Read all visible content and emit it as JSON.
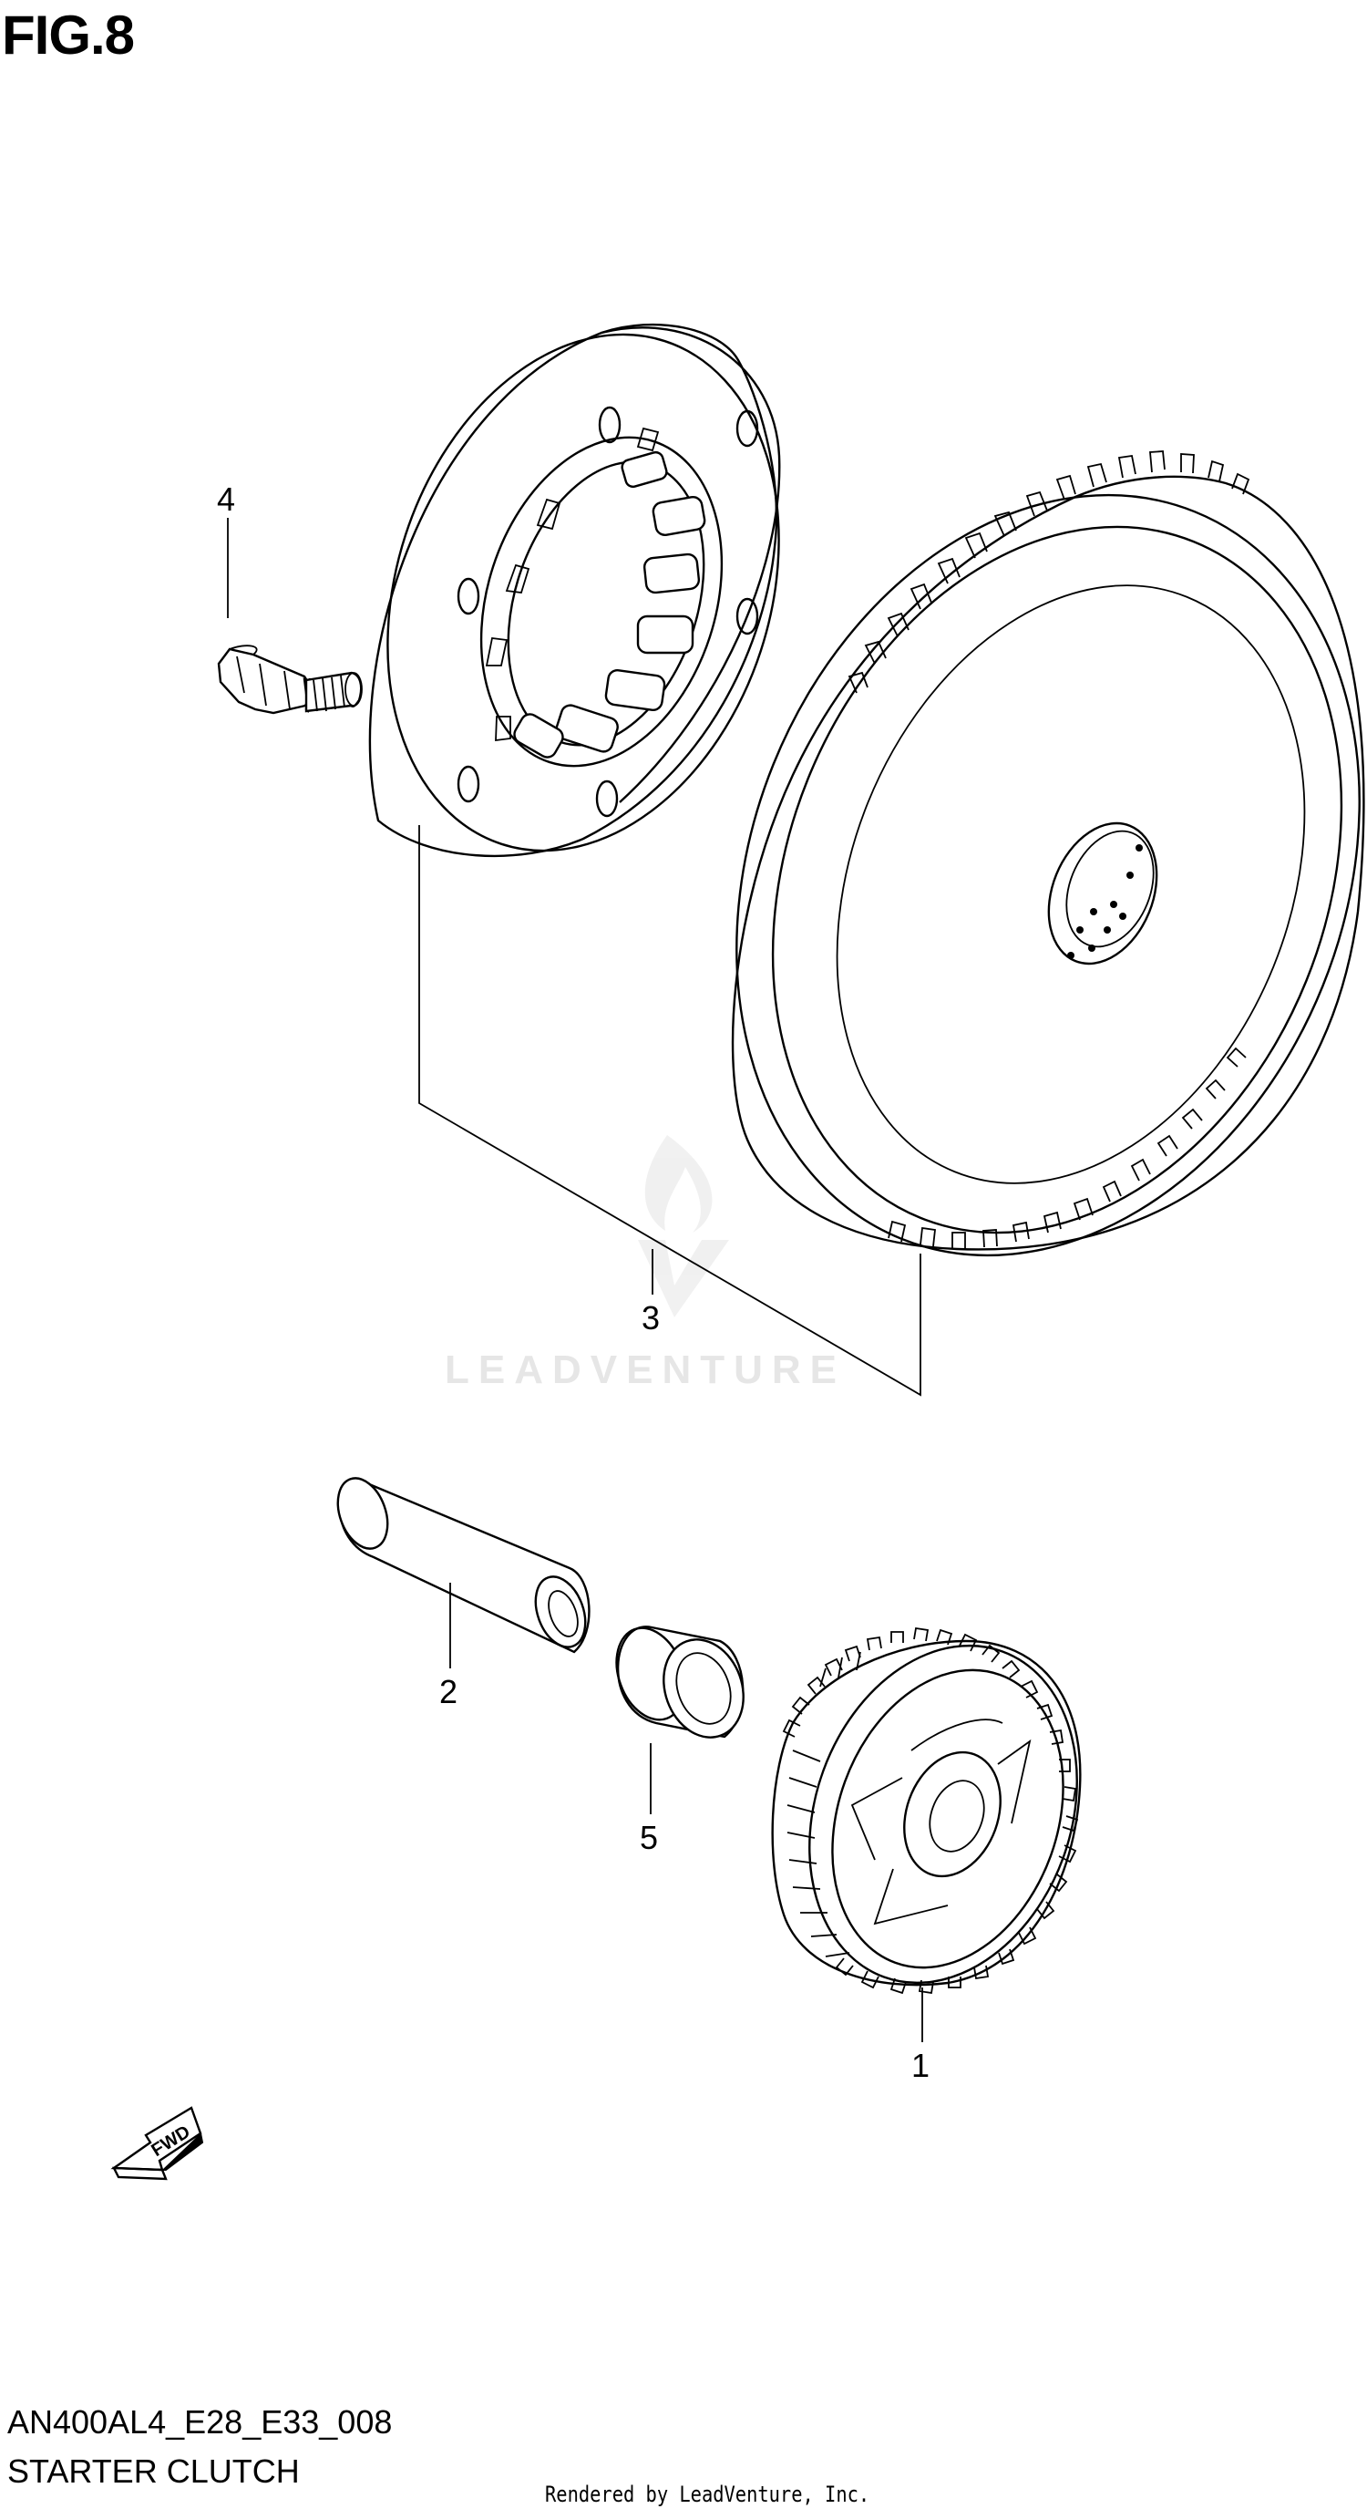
{
  "figure": {
    "title": "FIG.8"
  },
  "callouts": [
    {
      "id": "1",
      "label": "1"
    },
    {
      "id": "2",
      "label": "2"
    },
    {
      "id": "3",
      "label": "3"
    },
    {
      "id": "4",
      "label": "4"
    },
    {
      "id": "5",
      "label": "5"
    }
  ],
  "fwd_label": "FWD",
  "watermark": "LEADVENTURE",
  "footer": {
    "model_code": "AN400AL4_E28_E33_008",
    "section": "STARTER CLUTCH",
    "rendered_by": "Rendered by LeadVenture, Inc."
  }
}
